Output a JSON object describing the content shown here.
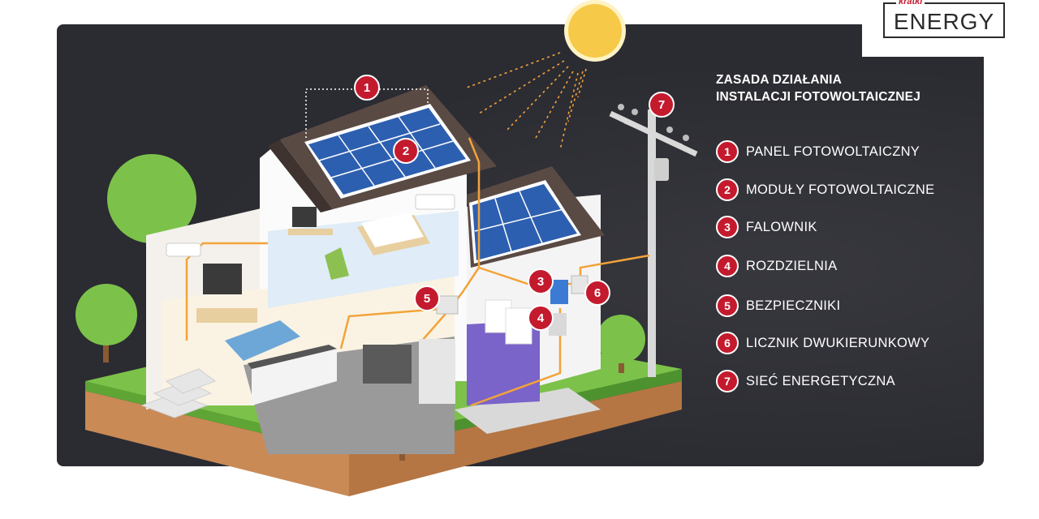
{
  "brand": {
    "small": "kratki",
    "big": "ENERGY"
  },
  "legend": {
    "title_line1": "ZASADA DZIAŁANIA",
    "title_line2": "INSTALACJI FOTOWOLTAICZNEJ",
    "items": [
      {
        "num": "1",
        "label": "PANEL FOTOWOLTAICZNY"
      },
      {
        "num": "2",
        "label": "MODUŁY FOTOWOLTAICZNE"
      },
      {
        "num": "3",
        "label": "FALOWNIK"
      },
      {
        "num": "4",
        "label": "ROZDZIELNIA"
      },
      {
        "num": "5",
        "label": "BEZPIECZNIKI"
      },
      {
        "num": "6",
        "label": "LICZNIK DWUKIERUNKOWY"
      },
      {
        "num": "7",
        "label": "SIEĆ ENERGETYCZNA"
      }
    ]
  },
  "markers": [
    "1",
    "2",
    "3",
    "4",
    "5",
    "6",
    "7"
  ],
  "colors": {
    "accent_red": "#c41a2e",
    "background_dark": "#2b2b32",
    "cable_orange": "#f2a33a",
    "sun_yellow": "#f7c948",
    "grass_green": "#7cc24a",
    "solar_blue": "#2d5fb0"
  },
  "icons": {
    "sun": "sun-icon",
    "solar_panel": "solar-panel-icon",
    "power_pole": "power-pole-icon",
    "tree": "tree-icon"
  }
}
